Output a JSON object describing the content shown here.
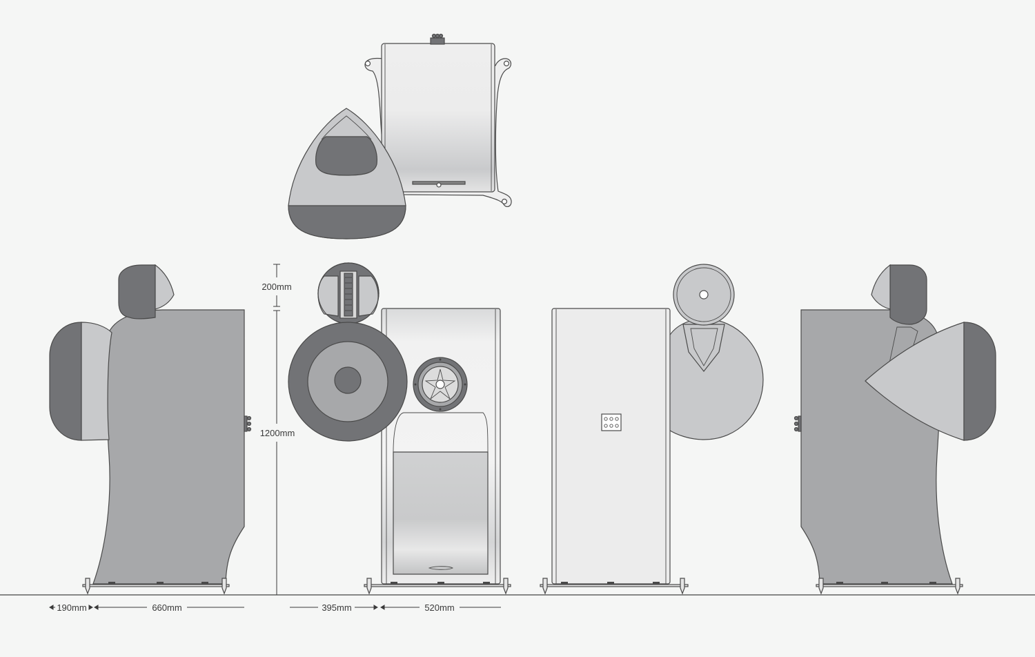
{
  "dimensions": {
    "woofer_depth": "190mm",
    "cabinet_depth": "660mm",
    "woofer_width": "395mm",
    "cabinet_width": "520mm",
    "tweeter_height": "200mm",
    "total_height": "1200mm"
  },
  "colors": {
    "background": "#f5f6f5",
    "dark_grey": "#727376",
    "mid_grey": "#a7a8aa",
    "light_grey": "#c8c9cb",
    "panel_light": "#ececec",
    "outline": "#4a4a4a"
  }
}
